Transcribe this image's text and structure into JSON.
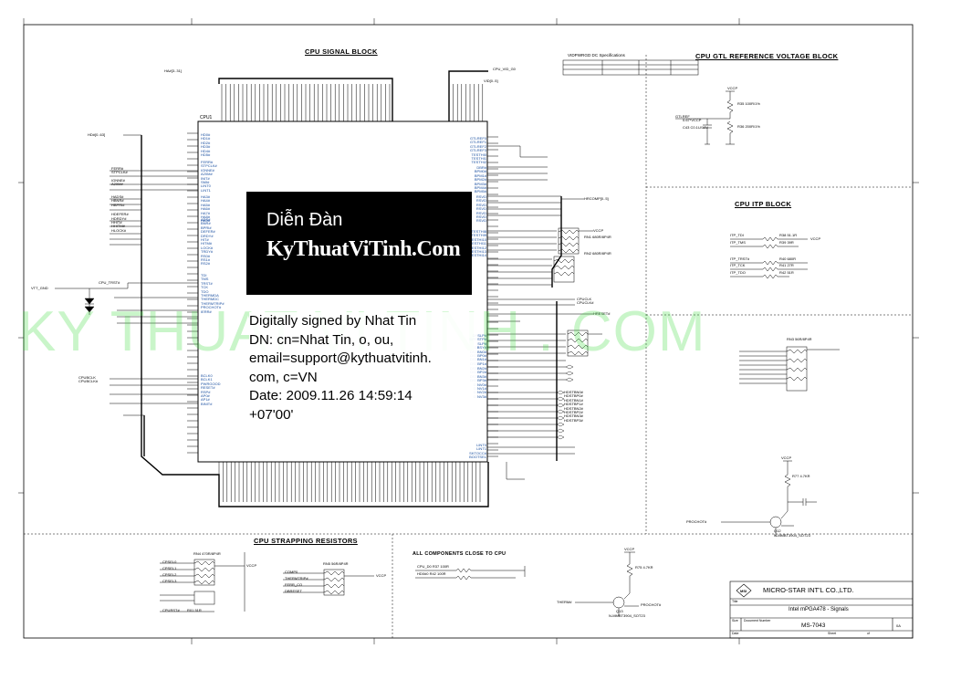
{
  "sections": {
    "cpu_signal_block": "CPU SIGNAL BLOCK",
    "cpu_gtl_ref": "CPU GTL REFERENCE VOLTAGE BLOCK",
    "cpu_itp": "CPU ITP BLOCK",
    "cpu_strapping": "CPU STRAPPING RESISTORS",
    "all_components": "ALL COMPONENTS CLOSE TO CPU",
    "vid_spec": "VIDPWRGD DC Specifications"
  },
  "cpu": {
    "refdes": "CPU1",
    "left_pins_a": [
      "HD0#",
      "HD1#",
      "HD2#",
      "HD3#",
      "HD4#",
      "HD5#"
    ],
    "left_pins_b": [
      "FERR#",
      "STPCLK#",
      "IGNNE#",
      "A20M#",
      "INIT#",
      "SMI#",
      "LINT0",
      "LINT1"
    ],
    "left_pins_c": [
      "HA3#",
      "HA4#",
      "HA5#",
      "HA6#",
      "HA7#",
      "HA8#",
      "HA9#"
    ],
    "left_pins_d": [
      "ADS#",
      "BNR#",
      "BPRI#",
      "DEFER#",
      "DRDY#",
      "HIT#",
      "HITM#",
      "LOCK#",
      "TRDY#",
      "RS0#",
      "RS1#",
      "RS2#"
    ],
    "left_pins_e": [
      "TDI",
      "TMS",
      "TRST#",
      "TCK",
      "TDO",
      "THERMDA",
      "THERMDC",
      "THERMTRIP#",
      "PROCHOT#",
      "IERR#"
    ],
    "left_pins_f": [
      "BCLK0",
      "BCLK1",
      "PWRGOOD",
      "RESET#",
      "RSP#",
      "AP0#",
      "AP1#",
      "BINIT#"
    ],
    "right_pins_a": [
      "GTLREF0",
      "GTLREF1",
      "GTLREF2",
      "GTLREF3",
      "TESTHI0",
      "TESTHI1",
      "TESTHI2"
    ],
    "right_pins_b": [
      "DBR#",
      "BPM0#",
      "BPM1#",
      "BPM2#",
      "BPM3#",
      "BPM4#",
      "BPM5#"
    ],
    "right_pins_c": [
      "RSVD",
      "RSVD",
      "RSVD",
      "RSVD",
      "RSVD",
      "RSVD",
      "RSVD"
    ],
    "right_pins_d": [
      "TESTHI8",
      "TESTHI9",
      "TESTHI10",
      "TESTHI11",
      "TESTHI12",
      "TESTHI13",
      "TESTHI14"
    ],
    "right_pins_e": [
      "DPSLP#",
      "DPRSTP#",
      "SLP#",
      "DBSY#",
      "DSTBN0#",
      "DSTBP0#",
      "DSTBN1#",
      "DSTBP1#"
    ],
    "right_pins_f": [
      "DSTBN2#",
      "DSTBP2#",
      "DSTBN3#",
      "DSTBP3#",
      "DINV0#",
      "DINV1#",
      "DINV2#",
      "DINV3#"
    ],
    "right_pins_g": [
      "LINT0",
      "LINT1",
      "SKTOCC#",
      "BOOTSEL"
    ]
  },
  "nets": {
    "left_a": "HD#[0..63]",
    "left_b": [
      "FERR#",
      "STPCLK#",
      "IGNNE#",
      "A20M#"
    ],
    "left_c": "HA#[3..31]",
    "left_d": [
      "HADS#",
      "HBNR#",
      "HBPRI#",
      "HDEFER#",
      "HDRDY#",
      "HHIT#",
      "HHITM#",
      "HLOCK#"
    ],
    "vtt": "VTT_GND",
    "cpu_trst": "CPU_TRST#",
    "cpu_clk": [
      "CPUBCLK",
      "CPUBCLK#"
    ],
    "right_top": [
      "CPU_VID_G0",
      "VID[0..5]"
    ],
    "hrcomp": "HRCOMP[0..5]",
    "cpuclk": [
      "CPUCLK",
      "CPUCLK#"
    ],
    "hresetb": "HRESET#",
    "hdstb": [
      "HDSTBN0#",
      "HDSTBP0#",
      "HDSTBN1#",
      "HDSTBP1#",
      "HDSTBN2#",
      "HDSTBP2#",
      "HDSTBN3#",
      "HDSTBP3#"
    ],
    "vccp": "VCCP",
    "gtlref": "GTLREF",
    "prochot": "PROCHOT#"
  },
  "gtl": {
    "r1": "R35 100R/1%",
    "r2": "R36 200R/1%",
    "c": "C43 C0.1U/10V",
    "v": "0.67*VCCP"
  },
  "itp": {
    "lines": [
      "ITP_TDI",
      "ITP_TMS",
      "ITP_TRST#",
      "ITP_TCK",
      "ITP_TDO"
    ],
    "res": [
      "R38 51.1R",
      "R39 39R",
      "R40 680R",
      "R41 27R",
      "R42 51R"
    ]
  },
  "rn": {
    "rn1": "RN1 680R/8P4R",
    "rn2": "RN2 680R/8P4R",
    "rn3": "RN3 56R/8P4R",
    "rn4": "RN4 470R/8P4R",
    "rn5": "RN5 56R/8P4R"
  },
  "straps": {
    "left": [
      "CPSEL0",
      "CPSEL1",
      "CPSEL2",
      "CPSEL3"
    ],
    "mid": [
      "COMP0",
      "THERMTRIP#",
      "FERR_CO",
      "DBRESET"
    ],
    "note": "R01 51R",
    "cap": "CPURST#"
  },
  "close": {
    "rows": [
      "CPU_D0   R37   100R",
      "HD0#0    R42   100R"
    ]
  },
  "thermal": {
    "q1": "Q12",
    "q1p": "N-MMBT3904_SOT23",
    "q2": "Q13",
    "q2p": "N-MMBT3904_SOT23",
    "rt": "R75 4.7KR",
    "rt2": "R77 4.7KR",
    "therm": "THERM#",
    "prochot": "PROCHOT#"
  },
  "logo": {
    "line1": "Diễn Đàn",
    "line2": "KyThuatViTinh.Com"
  },
  "signature": {
    "lines": [
      "Digitally signed by Nhat Tin",
      "DN: cn=Nhat Tin, o, ou,",
      "email=support@kythuatvitinh.",
      "com, c=VN",
      "Date: 2009.11.26 14:59:14",
      "+07'00'"
    ]
  },
  "watermark": "KY THUAT VI TINH . COM",
  "titleblock": {
    "company": "MICRO-STAR INT'L CO.,LTD.",
    "title": "Intel mPGA478 - Signals",
    "doc": "MS-7043",
    "rev": "0A",
    "size": "Size",
    "docno": "Document Number",
    "date": "Date",
    "sheet": "Sheet",
    "of": "of",
    "logo": "MSI"
  },
  "colors": {
    "line": "#000000",
    "pin": "#1a4fa0",
    "watermark": "#3cdc3c"
  }
}
